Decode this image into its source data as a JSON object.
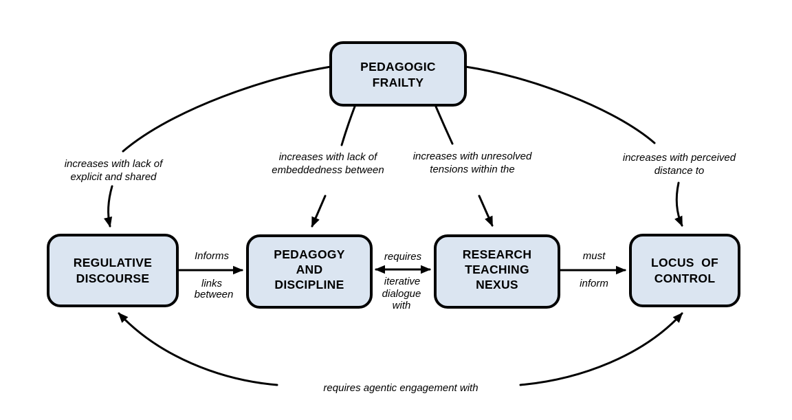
{
  "diagram": {
    "type": "concept-map",
    "colors": {
      "background": "#ffffff",
      "node_fill": "#dbe5f1",
      "node_border": "#000000",
      "line": "#000000",
      "text": "#000000"
    },
    "nodes": {
      "pedagogic_frailty": {
        "label": "PEDAGOGIC FRAILTY",
        "lines": [
          "PEDAGOGIC",
          "FRAILTY"
        ]
      },
      "regulative_discourse": {
        "label": "REGULATIVE DISCOURSE",
        "lines": [
          "REGULATIVE",
          "DISCOURSE"
        ]
      },
      "pedagogy_and_discipline": {
        "label": "PEDAGOGY AND DISCIPLINE",
        "lines": [
          "PEDAGOGY",
          "AND",
          "DISCIPLINE"
        ]
      },
      "research_teaching_nexus": {
        "label": "RESEARCH TEACHING NEXUS",
        "lines": [
          "RESEARCH",
          "TEACHING",
          "NEXUS"
        ]
      },
      "locus_of_control": {
        "label": "LOCUS OF CONTROL",
        "lines": [
          "LOCUS  OF",
          "CONTROL"
        ]
      }
    },
    "edges": {
      "frailty_to_regulative": {
        "source": "PEDAGOGIC FRAILTY",
        "target": "REGULATIVE DISCOURSE",
        "arrow": "one-way",
        "label": "increases with lack of explicit and shared",
        "label_lines": [
          "increases with lack of",
          "explicit and shared"
        ]
      },
      "frailty_to_pedagogy": {
        "source": "PEDAGOGIC FRAILTY",
        "target": "PEDAGOGY AND DISCIPLINE",
        "arrow": "one-way",
        "label": "increases with lack of embeddedness between",
        "label_lines": [
          "increases with lack of",
          "embeddedness between"
        ]
      },
      "frailty_to_research": {
        "source": "PEDAGOGIC FRAILTY",
        "target": "RESEARCH TEACHING NEXUS",
        "arrow": "one-way",
        "label": "increases with unresolved tensions within the",
        "label_lines": [
          "increases with unresolved",
          "tensions within the"
        ]
      },
      "frailty_to_locus": {
        "source": "PEDAGOGIC FRAILTY",
        "target": "LOCUS OF CONTROL",
        "arrow": "one-way",
        "label": "increases with perceived distance to",
        "label_lines": [
          "increases with perceived",
          "distance to"
        ]
      },
      "regulative_to_pedagogy": {
        "source": "REGULATIVE DISCOURSE",
        "target": "PEDAGOGY AND DISCIPLINE",
        "arrow": "one-way",
        "label": "Informs links between",
        "label_above": [
          "Informs"
        ],
        "label_below": [
          "links",
          "between"
        ]
      },
      "pedagogy_research": {
        "source": "PEDAGOGY AND DISCIPLINE",
        "target": "RESEARCH TEACHING NEXUS",
        "arrow": "two-way",
        "label": "requires iterative dialogue with",
        "label_above": [
          "requires"
        ],
        "label_below": [
          "iterative",
          "dialogue",
          "with"
        ]
      },
      "research_to_locus": {
        "source": "RESEARCH TEACHING NEXUS",
        "target": "LOCUS OF CONTROL",
        "arrow": "one-way",
        "label": "must inform",
        "label_above": [
          "must"
        ],
        "label_below": [
          "inform"
        ]
      },
      "locus_regulative": {
        "source": "LOCUS OF CONTROL",
        "target": "REGULATIVE DISCOURSE",
        "arrow": "two-way",
        "label": "requires agentic engagement with",
        "label_lines": [
          "requires agentic engagement with"
        ]
      }
    }
  }
}
